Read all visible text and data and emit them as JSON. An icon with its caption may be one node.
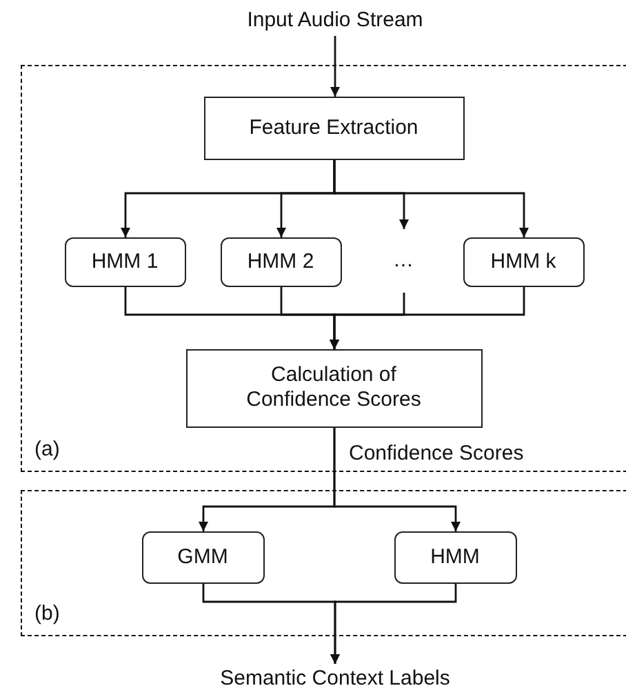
{
  "diagram": {
    "nodes": [
      {
        "text": [
          "Input Audio Stream"
        ]
      },
      {
        "text": [
          "(a)"
        ]
      },
      {
        "text": [
          "Feature Extraction"
        ],
        "in": 1
      },
      {
        "text": [
          "HMM 1"
        ],
        "in": 1
      },
      {
        "text": [
          "HMM 2"
        ],
        "in": 1
      },
      {
        "text": [
          "…"
        ],
        "in": 1
      },
      {
        "text": [
          "HMM k"
        ],
        "in": 1
      },
      {
        "text": [
          "Calculation of Confidence Scores"
        ],
        "in": 1
      },
      {
        "text": [
          "(b)"
        ]
      },
      {
        "text": [
          "GMM"
        ],
        "in": 8
      },
      {
        "text": [
          "HMM"
        ],
        "in": 8
      },
      {
        "text": [
          "Semantic Context Labels"
        ]
      }
    ],
    "edges": [
      {
        "from": 0,
        "to": 2,
        "arrow": "to"
      },
      {
        "from": 2,
        "to": 3,
        "arrow": "to"
      },
      {
        "from": 2,
        "to": 4,
        "arrow": "to"
      },
      {
        "from": 2,
        "to": 5,
        "arrow": "to"
      },
      {
        "from": 2,
        "to": 6,
        "arrow": "to"
      },
      {
        "from": 3,
        "to": 7,
        "arrow": "to"
      },
      {
        "from": 4,
        "to": 7,
        "arrow": "to"
      },
      {
        "from": 5,
        "to": 7,
        "arrow": "to"
      },
      {
        "from": 6,
        "to": 7,
        "arrow": "to"
      },
      {
        "from": 7,
        "to": 9,
        "arrow": "to"
      },
      {
        "from": 7,
        "to": 10,
        "arrow": "to"
      },
      {
        "from": 9,
        "to": 11,
        "arrow": "to"
      },
      {
        "from": 10,
        "to": 11,
        "arrow": "to"
      }
    ],
    "labels": [
      "Confidence Scores"
    ]
  }
}
